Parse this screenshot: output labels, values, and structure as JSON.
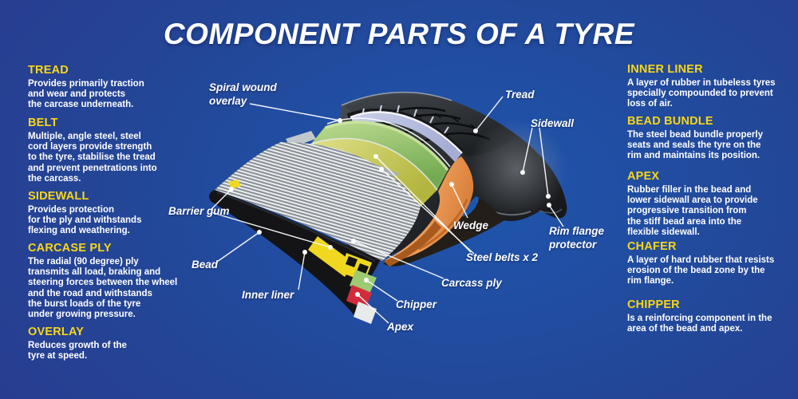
{
  "title": "COMPONENT PARTS OF A TYRE",
  "left_sections": [
    {
      "heading": "TREAD",
      "body": "Provides primarily traction\nand wear and protects\nthe carcase underneath."
    },
    {
      "heading": "BELT",
      "body": "Multiple, angle steel, steel\ncord layers provide strength\nto the tyre, stabilise the tread\nand prevent penetrations into\nthe carcass."
    },
    {
      "heading": "SIDEWALL",
      "body": "Provides protection\nfor the ply and withstands\nflexing and weathering."
    },
    {
      "heading": "CARCASE PLY",
      "body": "The radial (90 degree) ply\ntransmits all load, braking and\nsteering forces between the wheel\nand the road and withstands\nthe burst loads of the tyre\nunder growing pressure."
    },
    {
      "heading": "OVERLAY",
      "body": "Reduces growth of the\ntyre at speed."
    }
  ],
  "right_sections": [
    {
      "heading": "INNER LINER",
      "body": "A layer of rubber in tubeless tyres\nspecially compounded to prevent\nloss of air."
    },
    {
      "heading": "BEAD BUNDLE",
      "body": "The steel bead bundle properly\nseats and seals the tyre on the\nrim and maintains its position."
    },
    {
      "heading": "APEX",
      "body": "Rubber filler in the bead and\nlower sidewall area to provide\nprogressive transition from\nthe stiff bead area into the\nflexible sidewall."
    },
    {
      "heading": "CHAFER",
      "body": "A layer of hard rubber that resists\nerosion of the bead zone by the\nrim flange."
    },
    {
      "heading": "CHIPPER",
      "body": "Is a reinforcing component in the\narea of the bead and apex."
    }
  ],
  "diagram_labels": {
    "spiral_overlay": "Spiral wound\noverlay",
    "tread": "Tread",
    "sidewall": "Sidewall",
    "barrier_gum": "Barrier gum",
    "bead": "Bead",
    "inner_liner": "Inner liner",
    "wedge": "Wedge",
    "steel_belts": "Steel belts x 2",
    "carcass_ply": "Carcass ply",
    "chipper": "Chipper",
    "apex": "Apex",
    "rim_flange": "Rim flange\nprotector"
  },
  "colors": {
    "background_outer": "#2a3a8e",
    "background_inner": "#1e56ae",
    "heading_yellow": "#f9d616",
    "text_white": "#ffffff",
    "belt_green": "#7ab257",
    "overlay_lavender": "#b4badc",
    "wedge_orange": "#ee9f5c",
    "apex_red": "#d22c3c",
    "bead_yellow": "#f0d820"
  }
}
